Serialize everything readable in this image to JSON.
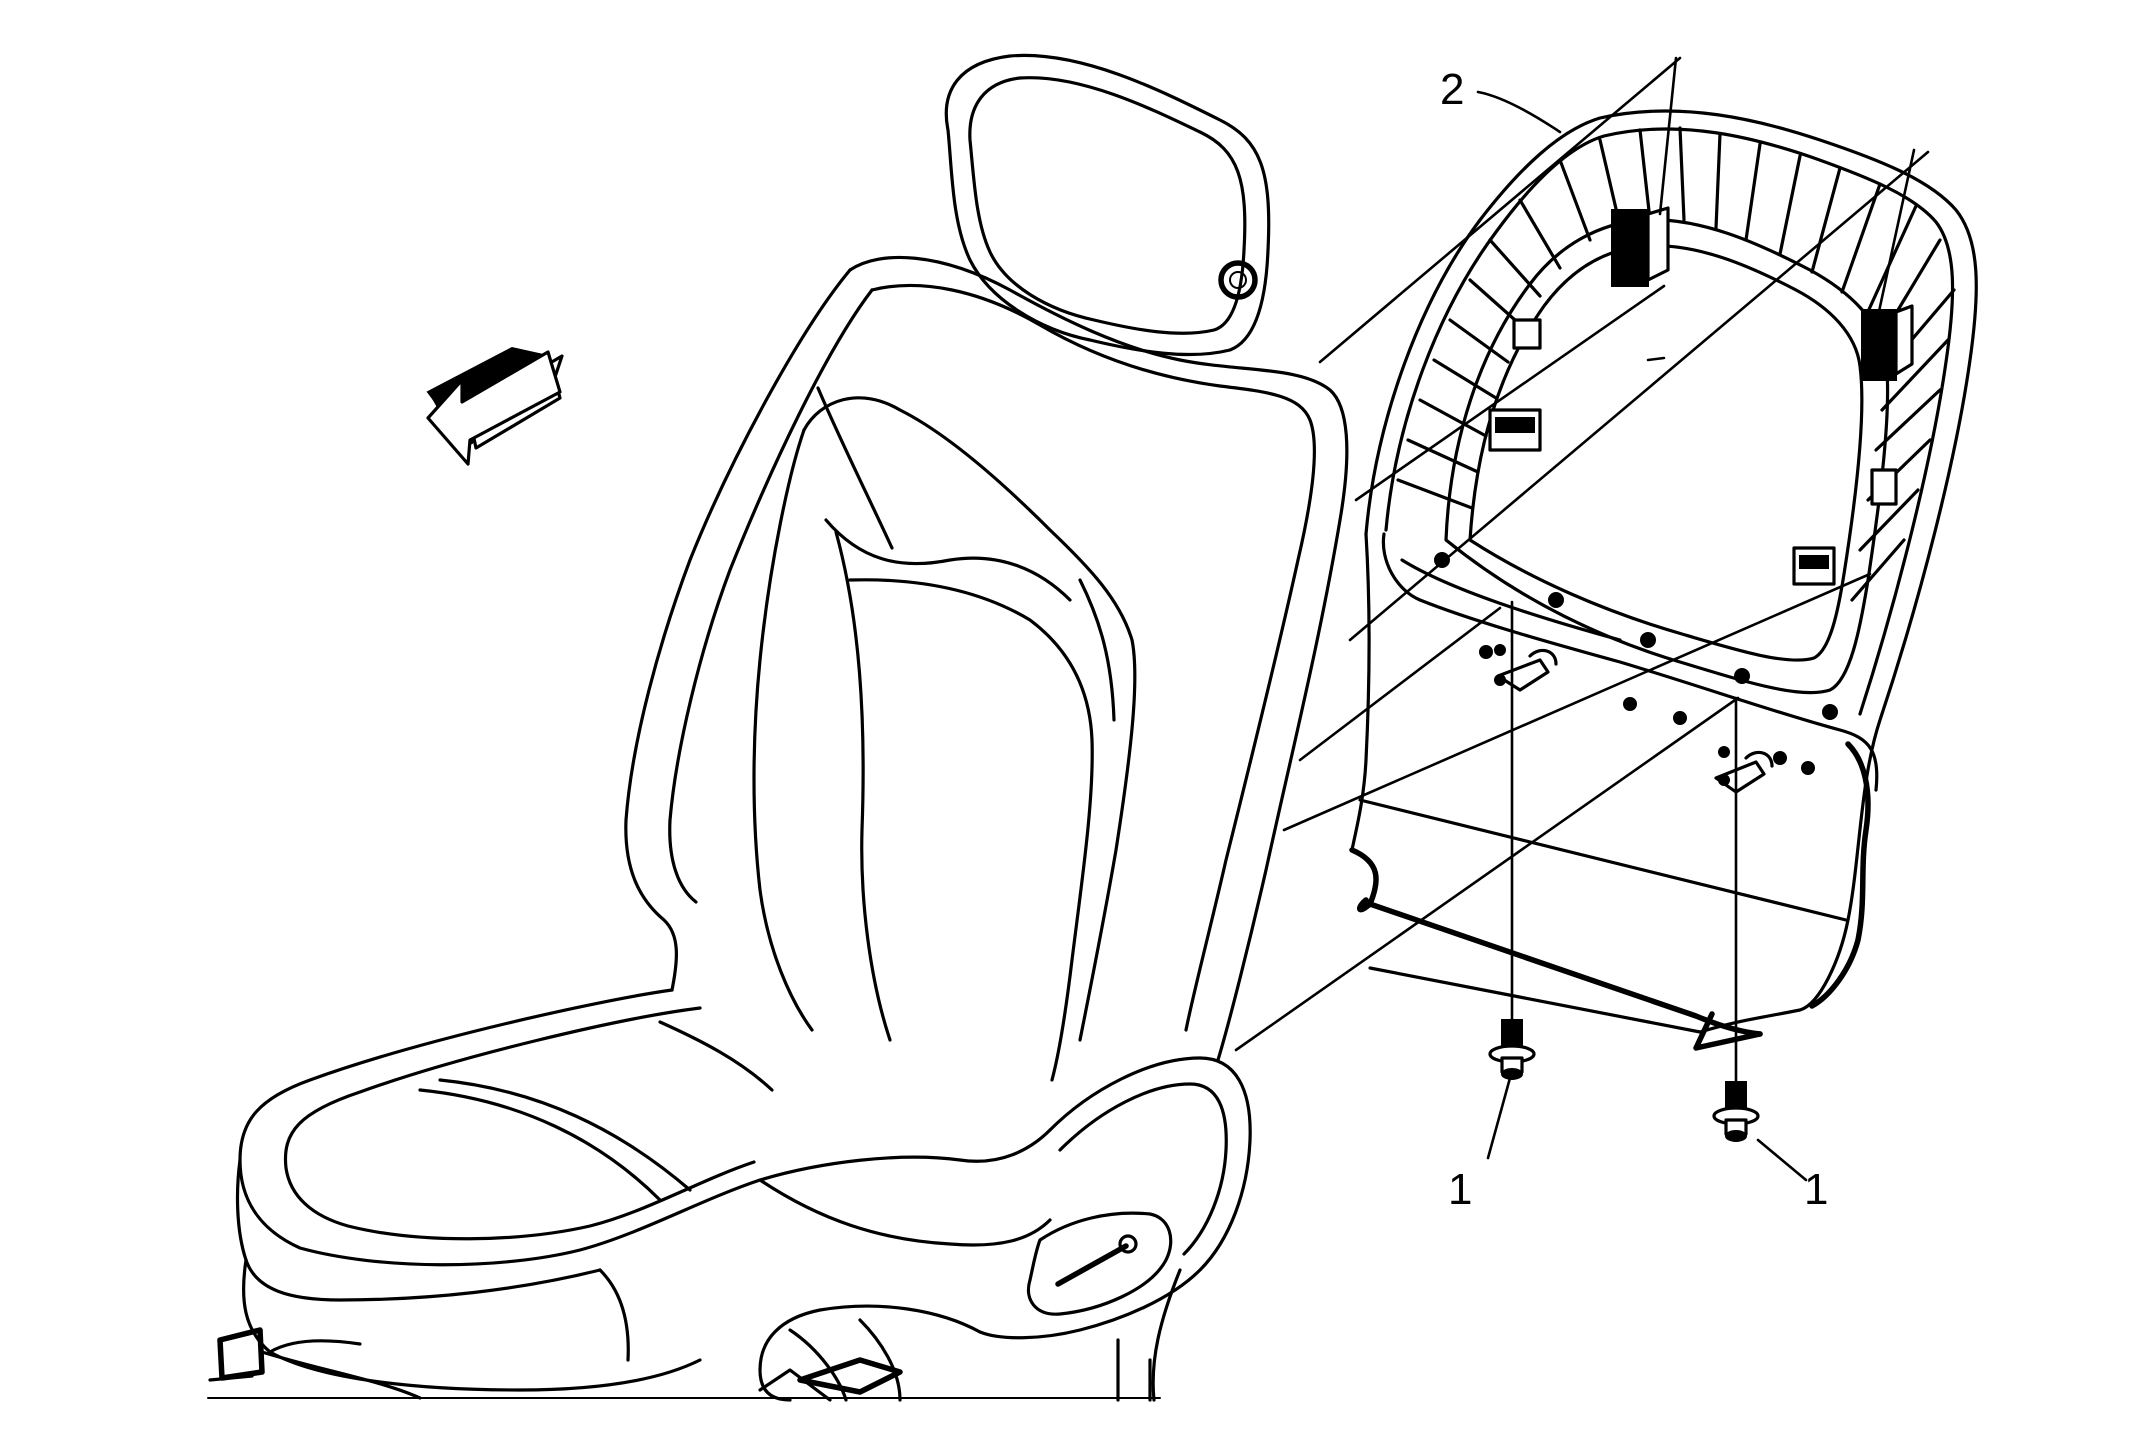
{
  "callouts": [
    {
      "id": "fastener-left",
      "label": "1"
    },
    {
      "id": "fastener-right",
      "label": "1"
    },
    {
      "id": "seatback-panel",
      "label": "2"
    }
  ],
  "icons": {
    "direction": "front-arrow-icon",
    "fastener": "push-pin-retainer-icon"
  },
  "colors": {
    "ink": "#000000",
    "paper": "#ffffff"
  }
}
